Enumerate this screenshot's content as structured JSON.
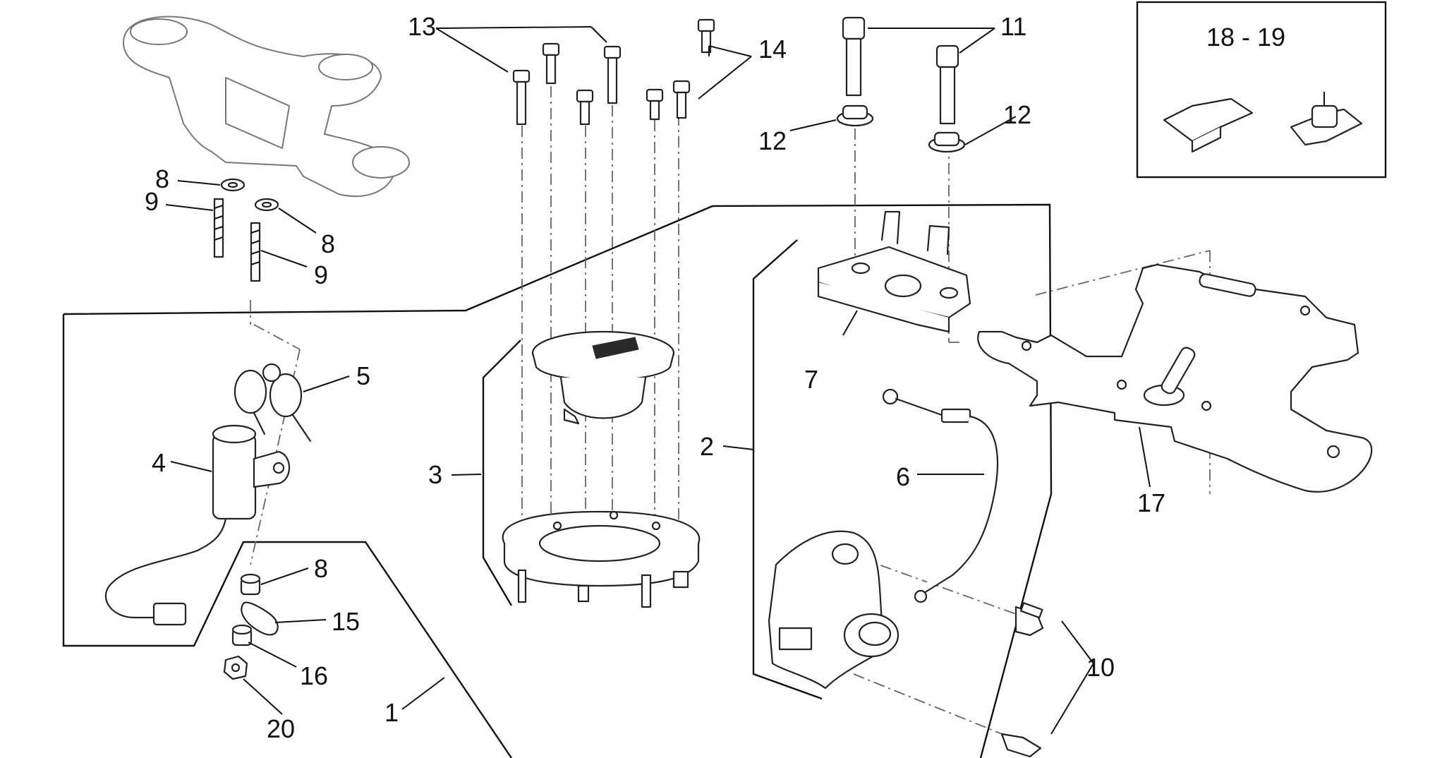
{
  "figure": {
    "inset_label": "18 - 19"
  },
  "callouts": {
    "c1": "1",
    "c2": "2",
    "c3": "3",
    "c4": "4",
    "c5": "5",
    "c6": "6",
    "c7": "7",
    "c8a": "8",
    "c8b": "8",
    "c8c": "8",
    "c9a": "9",
    "c9b": "9",
    "c10": "10",
    "c11": "11",
    "c12a": "12",
    "c12b": "12",
    "c13": "13",
    "c14": "14",
    "c15": "15",
    "c16": "16",
    "c17": "17",
    "c20": "20"
  },
  "colors": {
    "line": "#222222",
    "faded": "#777777",
    "background": "#ffffff"
  }
}
